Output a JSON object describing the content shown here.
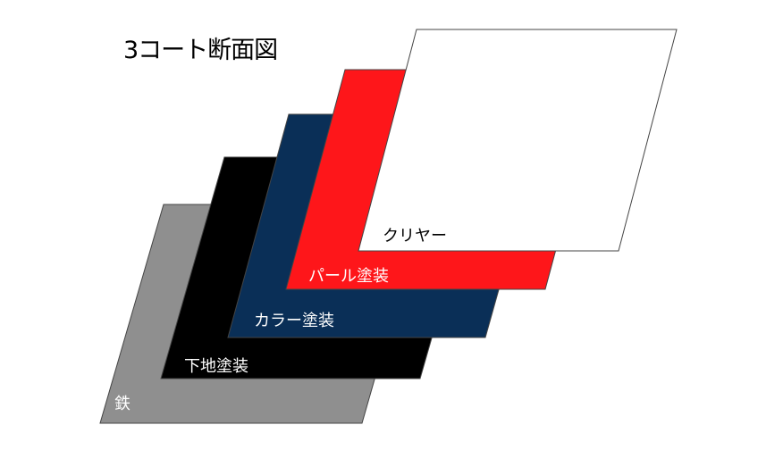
{
  "title": "3コート断面図",
  "layers": [
    {
      "name": "鉄",
      "color": "#8f8f8f",
      "text_color": "#ffffff"
    },
    {
      "name": "下地塗装",
      "color": "#000000",
      "text_color": "#ffffff"
    },
    {
      "name": "カラー塗装",
      "color": "#0a2f57",
      "text_color": "#ffffff"
    },
    {
      "name": "パール塗装",
      "color": "#fe161a",
      "text_color": "#ffffff"
    },
    {
      "name": "クリヤー",
      "color": "#ffffff",
      "text_color": "#000000"
    }
  ]
}
